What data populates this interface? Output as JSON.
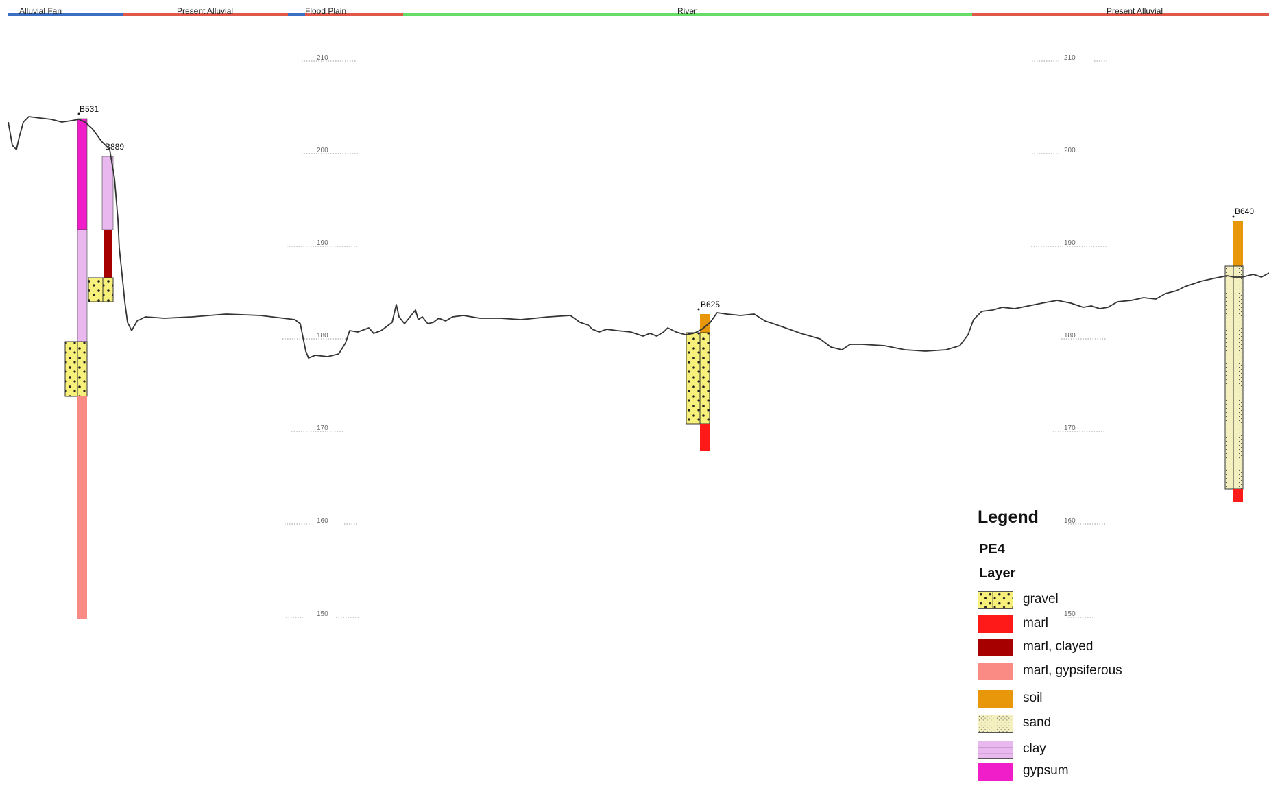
{
  "zones": [
    {
      "label": "Alluvial Fan",
      "color": "#3b6fc4"
    },
    {
      "label": "Present Alluvial",
      "color": "#e0584a"
    },
    {
      "label": "Flood Plain",
      "color": "#e0584a"
    },
    {
      "label": "River",
      "color": "#66dd66"
    },
    {
      "label": "Present Alluvial",
      "color": "#e0584a"
    }
  ],
  "elevation_axis": {
    "ticks": [
      210,
      200,
      190,
      180,
      170,
      160,
      150
    ],
    "tick_labels": [
      "210",
      "200",
      "190",
      "180",
      "170",
      "160",
      "150"
    ]
  },
  "boreholes": [
    {
      "id": "B531",
      "label": "B531"
    },
    {
      "id": "B889",
      "label": "B889"
    },
    {
      "id": "B625",
      "label": "B625"
    },
    {
      "id": "B640",
      "label": "B640"
    }
  ],
  "legend": {
    "title": "Legend",
    "group": "PE4",
    "subtitle": "Layer",
    "items": [
      {
        "label": "gravel",
        "color": "#f7f07a",
        "pattern": "gravel"
      },
      {
        "label": "marl",
        "color": "#ff1a1a",
        "pattern": "solid"
      },
      {
        "label": "marl, clayed",
        "color": "#a60000",
        "pattern": "solid"
      },
      {
        "label": "marl, gypsiferous",
        "color": "#f98b84",
        "pattern": "solid"
      },
      {
        "label": "soil",
        "color": "#e8960a",
        "pattern": "solid"
      },
      {
        "label": "sand",
        "color": "#f4f0c0",
        "pattern": "sand"
      },
      {
        "label": "clay",
        "color": "#e8b8ee",
        "pattern": "clay"
      },
      {
        "label": "gypsum",
        "color": "#f01ec8",
        "pattern": "solid"
      }
    ]
  }
}
